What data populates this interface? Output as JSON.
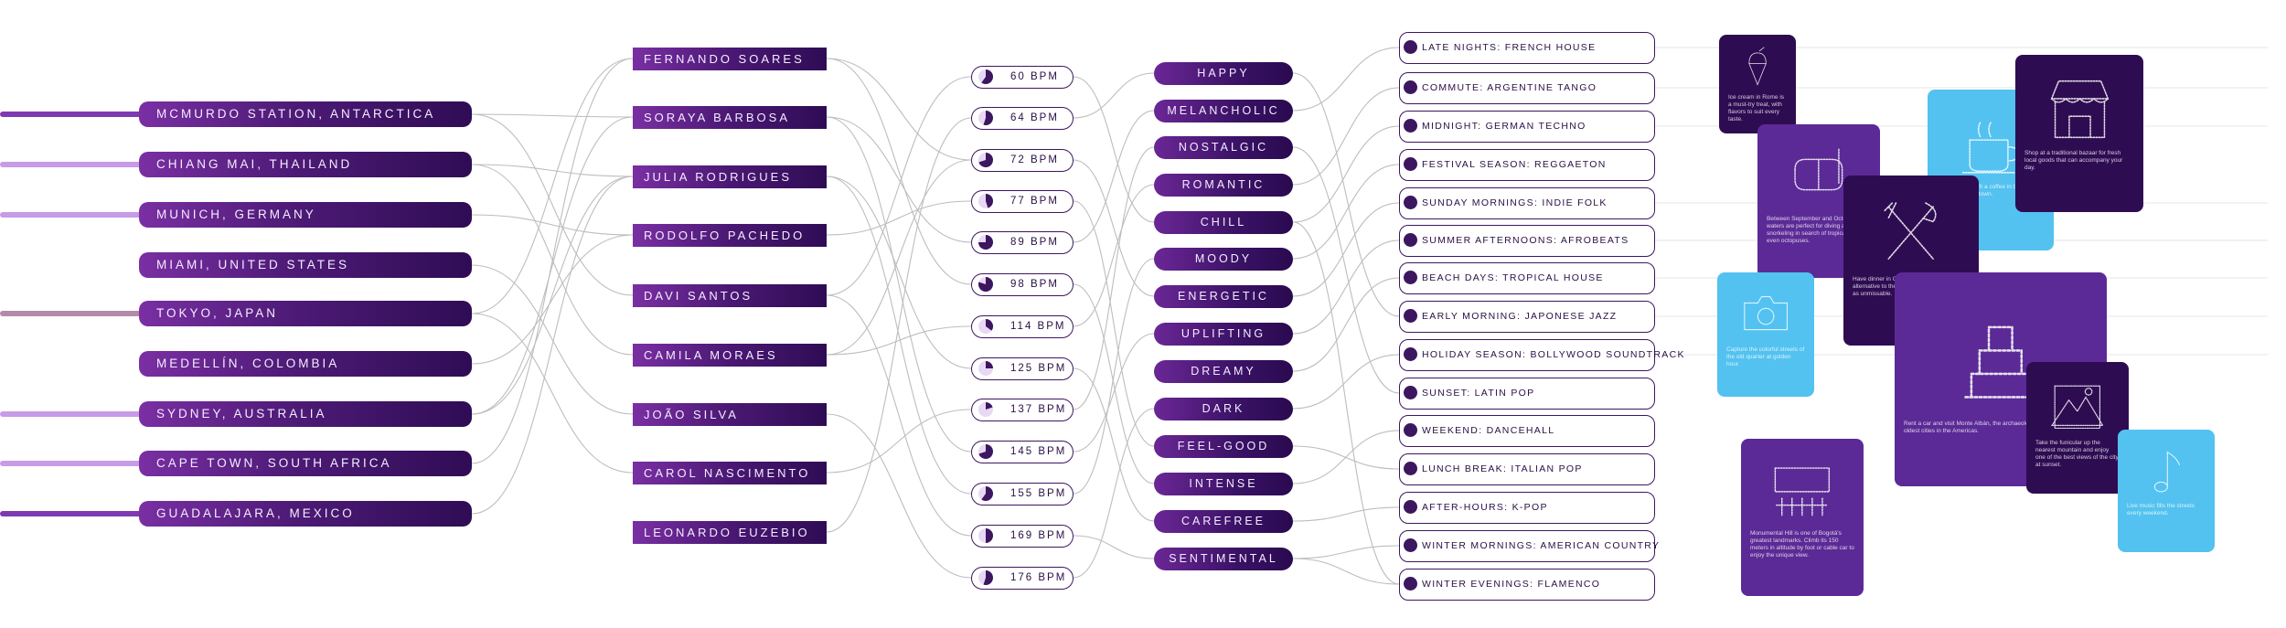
{
  "colors": {
    "primary": "#3d1660",
    "accent": "#7a2fa3",
    "card_purple": "#5b2a96",
    "card_dark": "#2e0c52",
    "card_blue": "#53c2f0",
    "link": "#bdbdbd"
  },
  "cities": [
    {
      "label": "MCMURDO STATION, ANTARCTICA",
      "stub_color": "#7e3ab0"
    },
    {
      "label": "CHIANG MAI, THAILAND",
      "stub_color": "#c79be6"
    },
    {
      "label": "MUNICH, GERMANY",
      "stub_color": "#c79be6"
    },
    {
      "label": "MIAMI, UNITED STATES",
      "stub_color": ""
    },
    {
      "label": "TOKYO, JAPAN",
      "stub_color": "#b48aa8"
    },
    {
      "label": "MEDELLÍN, COLOMBIA",
      "stub_color": ""
    },
    {
      "label": "SYDNEY, AUSTRALIA",
      "stub_color": "#c79be6"
    },
    {
      "label": "CAPE TOWN, SOUTH AFRICA",
      "stub_color": "#c79be6"
    },
    {
      "label": "GUADALAJARA, MEXICO",
      "stub_color": "#7e3ab0"
    }
  ],
  "artists": [
    "FERNANDO SOARES",
    "SORAYA BARBOSA",
    "JULIA RODRIGUES",
    "RODOLFO PACHEDO",
    "DAVI SANTOS",
    "CAMILA MORAES",
    "JOÃO SILVA",
    "CAROL NASCIMENTO",
    "LEONARDO EUZEBIO"
  ],
  "tempos": [
    {
      "label": "60 BPM",
      "level": 0.6
    },
    {
      "label": "64 BPM",
      "level": 0.55
    },
    {
      "label": "72 BPM",
      "level": 0.7
    },
    {
      "label": "77 BPM",
      "level": 0.45
    },
    {
      "label": "89 BPM",
      "level": 0.75
    },
    {
      "label": "98 BPM",
      "level": 0.8
    },
    {
      "label": "114 BPM",
      "level": 0.35
    },
    {
      "label": "125 BPM",
      "level": 0.25
    },
    {
      "label": "137 BPM",
      "level": 0.2
    },
    {
      "label": "145 BPM",
      "level": 0.7
    },
    {
      "label": "155 BPM",
      "level": 0.6
    },
    {
      "label": "169 BPM",
      "level": 0.5
    },
    {
      "label": "176 BPM",
      "level": 0.55
    }
  ],
  "moods": [
    "HAPPY",
    "MELANCHOLIC",
    "NOSTALGIC",
    "ROMANTIC",
    "CHILL",
    "MOODY",
    "ENERGETIC",
    "UPLIFTING",
    "DREAMY",
    "DARK",
    "FEEL-GOOD",
    "INTENSE",
    "CAREFREE",
    "SENTIMENTAL"
  ],
  "playlists": [
    "LATE NIGHTS: FRENCH HOUSE",
    "COMMUTE: ARGENTINE TANGO",
    "MIDNIGHT: GERMAN TECHNO",
    "FESTIVAL SEASON: REGGAETON",
    "SUNDAY MORNINGS: INDIE FOLK",
    "SUMMER AFTERNOONS: AFROBEATS",
    "BEACH DAYS: TROPICAL HOUSE",
    "EARLY MORNING: JAPONESE JAZZ",
    "HOLIDAY SEASON: BOLLYWOOD SOUNDTRACK",
    "SUNSET: LATIN POP",
    "WEEKEND: DANCEHALL",
    "LUNCH BREAK: ITALIAN POP",
    "AFTER-HOURS: K-POP",
    "WINTER MORNINGS: AMERICAN COUNTRY",
    "WINTER EVENINGS: FLAMENCO"
  ],
  "cards": [
    {
      "name": "card-ice-cream",
      "icon": "ice-cream-icon",
      "text": "Ice cream in Rome is a must-try treat, with flavors to suit every taste."
    },
    {
      "name": "card-snorkel",
      "icon": "snorkel-mask-icon",
      "text": "Between September and October, waters are perfect for diving and snorkeling in search of tropical fish and even octopuses."
    },
    {
      "name": "card-coffee",
      "icon": "coffee-cup-icon",
      "text": "Start the day with a coffee in the historic cafés of the old town."
    },
    {
      "name": "card-market",
      "icon": "market-stall-icon",
      "text": "Shop at a traditional bazaar for fresh local goods that can accompany your day."
    },
    {
      "name": "card-dining",
      "icon": "fork-knife-icon",
      "text": "Have dinner in Capri's town center — an alternative to the seaside options and just as unmissable."
    },
    {
      "name": "card-camera",
      "icon": "camera-icon",
      "text": "Capture the colorful streets of the old quarter at golden hour."
    },
    {
      "name": "card-ruins",
      "icon": "pyramid-ruins-icon",
      "text": "Rent a car and visit Monte Albán, the archaeological site is one of the oldest cities in the Americas."
    },
    {
      "name": "card-mountains",
      "icon": "mountain-icon",
      "text": "Take the funicular up the nearest mountain and enjoy one of the best views of the city at sunset."
    },
    {
      "name": "card-theater",
      "icon": "theater-icon",
      "text": "Monumental Hill is one of Bogotá's greatest landmarks. Climb its 150 meters in altitude by foot or cable car to enjoy the unique view."
    },
    {
      "name": "card-music",
      "icon": "music-note-icon",
      "text": "Live music fills the streets every weekend."
    }
  ]
}
